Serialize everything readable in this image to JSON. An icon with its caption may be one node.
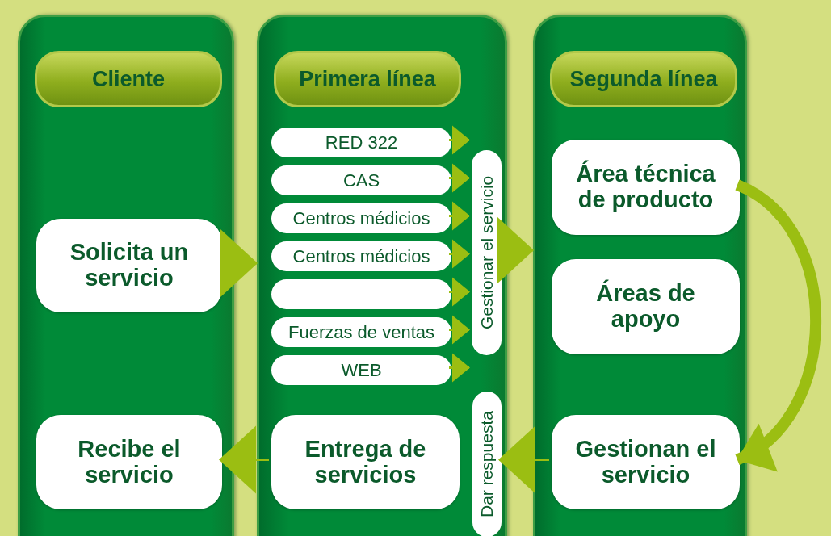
{
  "diagram": {
    "nodes": [
      {
        "text": [
          "Cliente"
        ]
      },
      {
        "text": [
          "Solicita un servicio"
        ],
        "in": 0
      },
      {
        "text": [
          "Recibe el servicio"
        ],
        "in": 0
      },
      {
        "text": [
          "Primera línea"
        ]
      },
      {
        "text": [
          "RED 322"
        ],
        "in": 3
      },
      {
        "text": [
          "CAS"
        ],
        "in": 3
      },
      {
        "text": [
          "Centros médicios"
        ],
        "in": 3
      },
      {
        "text": [
          "Centros médicios"
        ],
        "in": 3
      },
      {
        "text": [],
        "shape": "box",
        "in": 3
      },
      {
        "text": [
          "Fuerzas de ventas"
        ],
        "in": 3
      },
      {
        "text": [
          "WEB"
        ],
        "in": 3
      },
      {
        "text": [
          "Gestionar el servicio"
        ],
        "in": 3
      },
      {
        "text": [
          "Entrega de servicios"
        ],
        "in": 3
      },
      {
        "text": [
          "Dar respuesta"
        ],
        "in": 3
      },
      {
        "text": [
          "Segunda línea"
        ]
      },
      {
        "text": [
          "Área técnica de producto"
        ],
        "in": 14
      },
      {
        "text": [
          "Áreas de apoyo"
        ],
        "in": 14
      },
      {
        "text": [
          "Gestionan el servicio"
        ],
        "in": 14
      }
    ],
    "edges": [
      {
        "from": 1,
        "to": 3,
        "arrow": "to"
      },
      {
        "from": 4,
        "to": 11,
        "arrow": "to"
      },
      {
        "from": 5,
        "to": 11,
        "arrow": "to"
      },
      {
        "from": 6,
        "to": 11,
        "arrow": "to"
      },
      {
        "from": 7,
        "to": 11,
        "arrow": "to"
      },
      {
        "from": 8,
        "to": 11,
        "arrow": "to"
      },
      {
        "from": 9,
        "to": 11,
        "arrow": "to"
      },
      {
        "from": 10,
        "to": 11,
        "arrow": "to"
      },
      {
        "from": 11,
        "to": 14,
        "arrow": "to"
      },
      {
        "from": 15,
        "to": 17,
        "arrow": "to",
        "style": "thick"
      },
      {
        "from": 17,
        "to": 13,
        "arrow": "to"
      },
      {
        "from": 12,
        "to": 2,
        "arrow": "to"
      }
    ]
  }
}
